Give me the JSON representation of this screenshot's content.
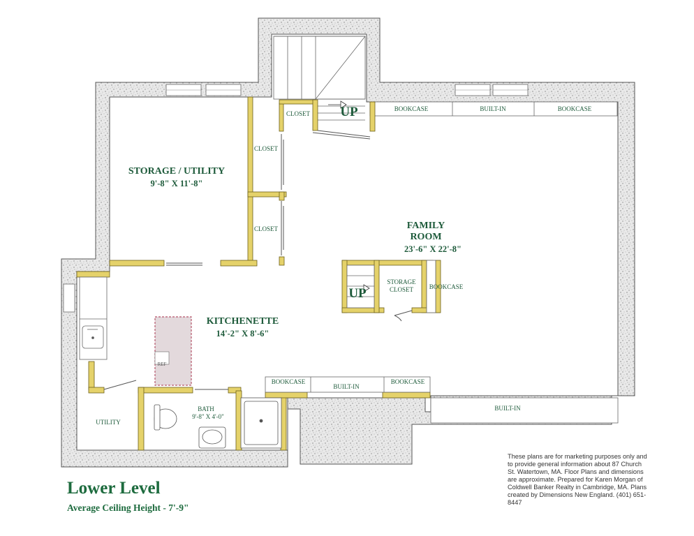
{
  "title": "Lower Level",
  "subtitle": "Average Ceiling Height - 7'-9\"",
  "rooms": {
    "storage_utility": {
      "name": "STORAGE / UTILITY",
      "dim": "9'-8\" X 11'-8\""
    },
    "family_room": {
      "name_line1": "FAMILY",
      "name_line2": "ROOM",
      "dim": "23'-6\" X 22'-8\""
    },
    "kitchenette": {
      "name": "KITCHENETTE",
      "dim": "14'-2\" X 8'-6\""
    },
    "bath": {
      "name": "BATH",
      "dim": "9'-8\" X 4'-0\""
    },
    "utility": {
      "name": "UTILITY"
    },
    "storage_closet": {
      "line1": "STORAGE",
      "line2": "CLOSET"
    }
  },
  "labels": {
    "closet_top": "CLOSET",
    "closet_mid": "CLOSET",
    "closet_low": "CLOSET",
    "up_main": "UP",
    "up_island": "UP",
    "bookcase_top_left": "BOOKCASE",
    "builtin_top": "BUILT-IN",
    "bookcase_top_right": "BOOKCASE",
    "bookcase_island": "BOOKCASE",
    "bookcase_bottom_left": "BOOKCASE",
    "builtin_bottom_mid": "BUILT-IN",
    "bookcase_bottom_right": "BOOKCASE",
    "builtin_bottom_right": "BUILT-IN",
    "ref": "REF"
  },
  "disclaimer": "These plans are for marketing purposes only and to provide general information about 87 Church St. Watertown, MA.  Floor Plans and dimensions are approximate.  Prepared for Karen Morgan of Coldwell Banker Realty in Cambridge, MA.  Plans created by Dimensions New England.   (401) 651-8447",
  "colors": {
    "wall_fill": "#e6e6e6",
    "wall_speckle": "#8a8a8a",
    "interior_wall": "#e5d26a",
    "label_green": "#1d5a3a",
    "title_green": "#1d6b3e",
    "ref_fill": "#e3d9dc",
    "ref_border": "#b6566b"
  }
}
